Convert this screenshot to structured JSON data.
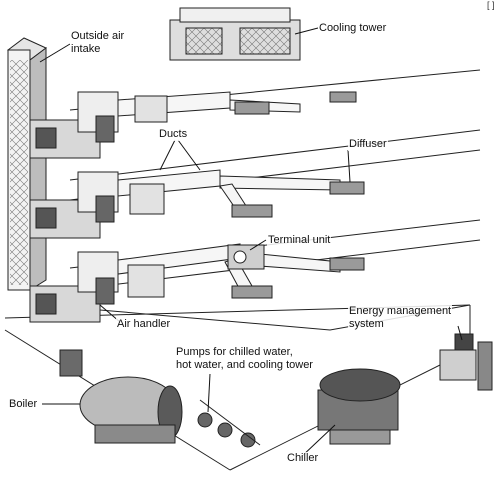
{
  "labels": {
    "outside_air_intake": [
      "Outside air",
      "intake"
    ],
    "cooling_tower": "Cooling tower",
    "ducts": "Ducts",
    "diffuser": "Diffuser",
    "terminal_unit": "Terminal unit",
    "air_handler": "Air handler",
    "energy_management": [
      "Energy management",
      "system"
    ],
    "pumps": [
      "Pumps for chilled water,",
      "hot water, and cooling tower"
    ],
    "boiler": "Boiler",
    "chiller": "Chiller"
  },
  "corner_mark": "[ ]"
}
